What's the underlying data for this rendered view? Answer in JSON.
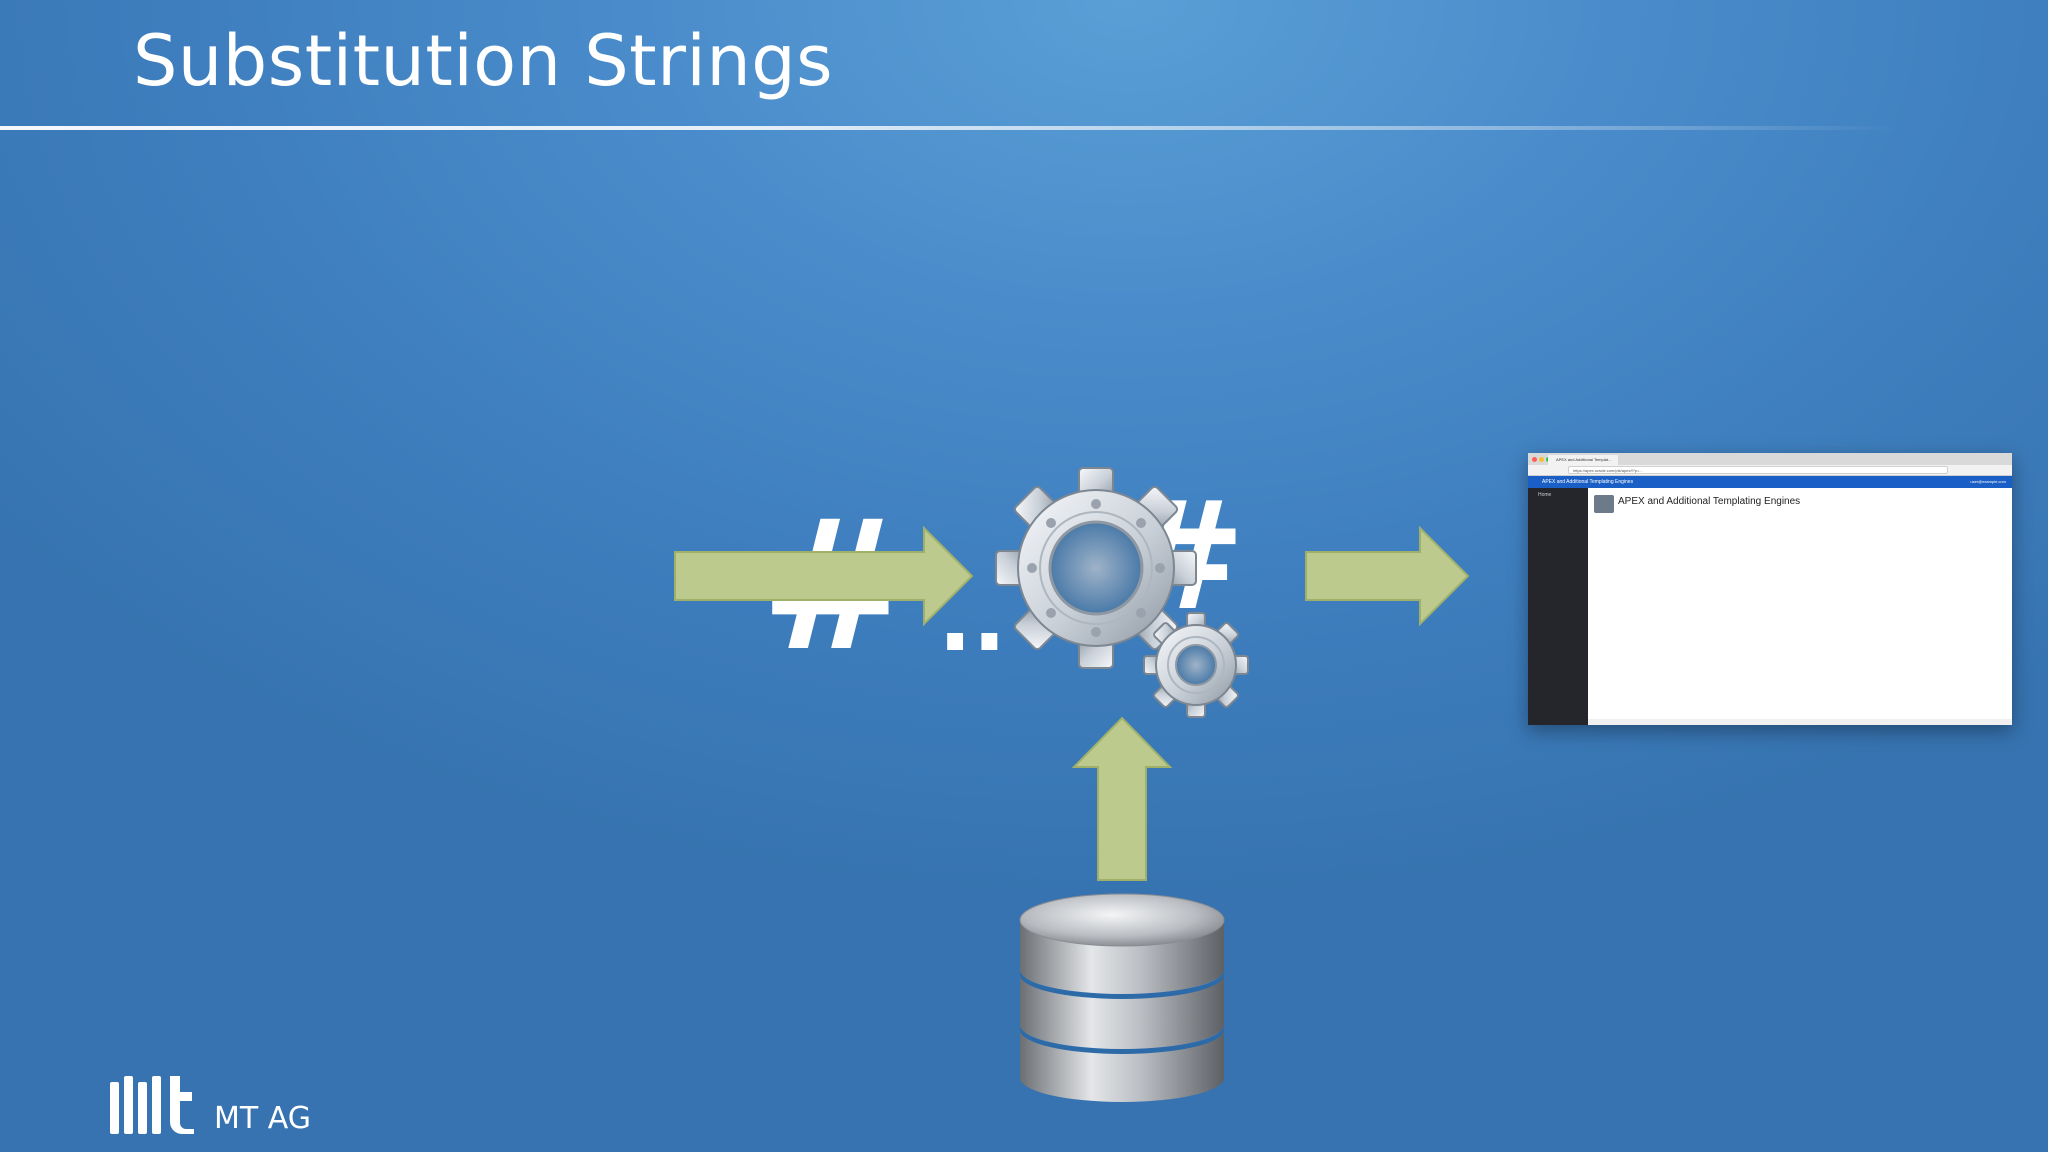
{
  "slide": {
    "title": "Substitution Strings"
  },
  "diagram": {
    "hash_symbol": "#",
    "ellipsis": "..",
    "arrow_color": "#bccb8d",
    "arrow_border": "#9fb06a"
  },
  "browser": {
    "tab_label": "APEX and Additional Templat...",
    "url": "https://apex.oracle.com/pls/apex/f?p=...",
    "app_title": "APEX and Additional Templating Engines",
    "user_label": "user@example.com",
    "nav_home": "Home",
    "page_title": "APEX and Additional Templating Engines",
    "header_color": "#1a5fc5"
  },
  "footer": {
    "logo_text": "MT AG"
  }
}
